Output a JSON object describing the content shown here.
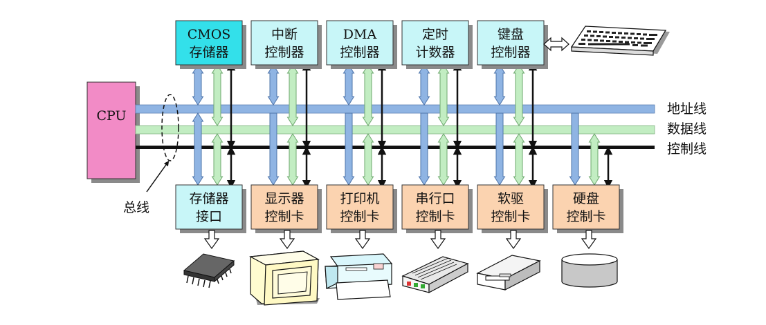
{
  "cpu": {
    "label": "CPU",
    "fill": "#f28bc6"
  },
  "bus_label": "总线",
  "buses": {
    "address": {
      "label": "地址线",
      "color": "#8fb4e3"
    },
    "data": {
      "label": "数据线",
      "color": "#c2edc2"
    },
    "control": {
      "label": "控制线",
      "color": "#111111"
    }
  },
  "top_boxes": [
    {
      "id": "cmos",
      "line1": "CMOS",
      "line2": "存储器",
      "fill": "#33e0ea"
    },
    {
      "id": "intc",
      "line1": "中断",
      "line2": "控制器",
      "fill": "#c8f6f8"
    },
    {
      "id": "dma",
      "line1": "DMA",
      "line2": "控制器",
      "fill": "#c8f6f8"
    },
    {
      "id": "timer",
      "line1": "定时",
      "line2": "计数器",
      "fill": "#c8f6f8"
    },
    {
      "id": "kbd",
      "line1": "键盘",
      "line2": "控制器",
      "fill": "#c8f6f8"
    }
  ],
  "bottom_boxes": [
    {
      "id": "mem",
      "line1": "存储器",
      "line2": "接口",
      "fill": "#c8f6f8"
    },
    {
      "id": "disp",
      "line1": "显示器",
      "line2": "控制卡",
      "fill": "#fbd3b0"
    },
    {
      "id": "print",
      "line1": "打印机",
      "line2": "控制卡",
      "fill": "#fbd3b0"
    },
    {
      "id": "serial",
      "line1": "串行口",
      "line2": "控制卡",
      "fill": "#fbd3b0"
    },
    {
      "id": "floppy",
      "line1": "软驱",
      "line2": "控制卡",
      "fill": "#fbd3b0"
    },
    {
      "id": "hdd",
      "line1": "硬盘",
      "line2": "控制卡",
      "fill": "#fbd3b0"
    }
  ],
  "devices": [
    "chip-icon",
    "monitor-icon",
    "printer-icon",
    "modem-icon",
    "floppy-drive-icon",
    "hard-disk-icon",
    "keyboard-icon"
  ]
}
